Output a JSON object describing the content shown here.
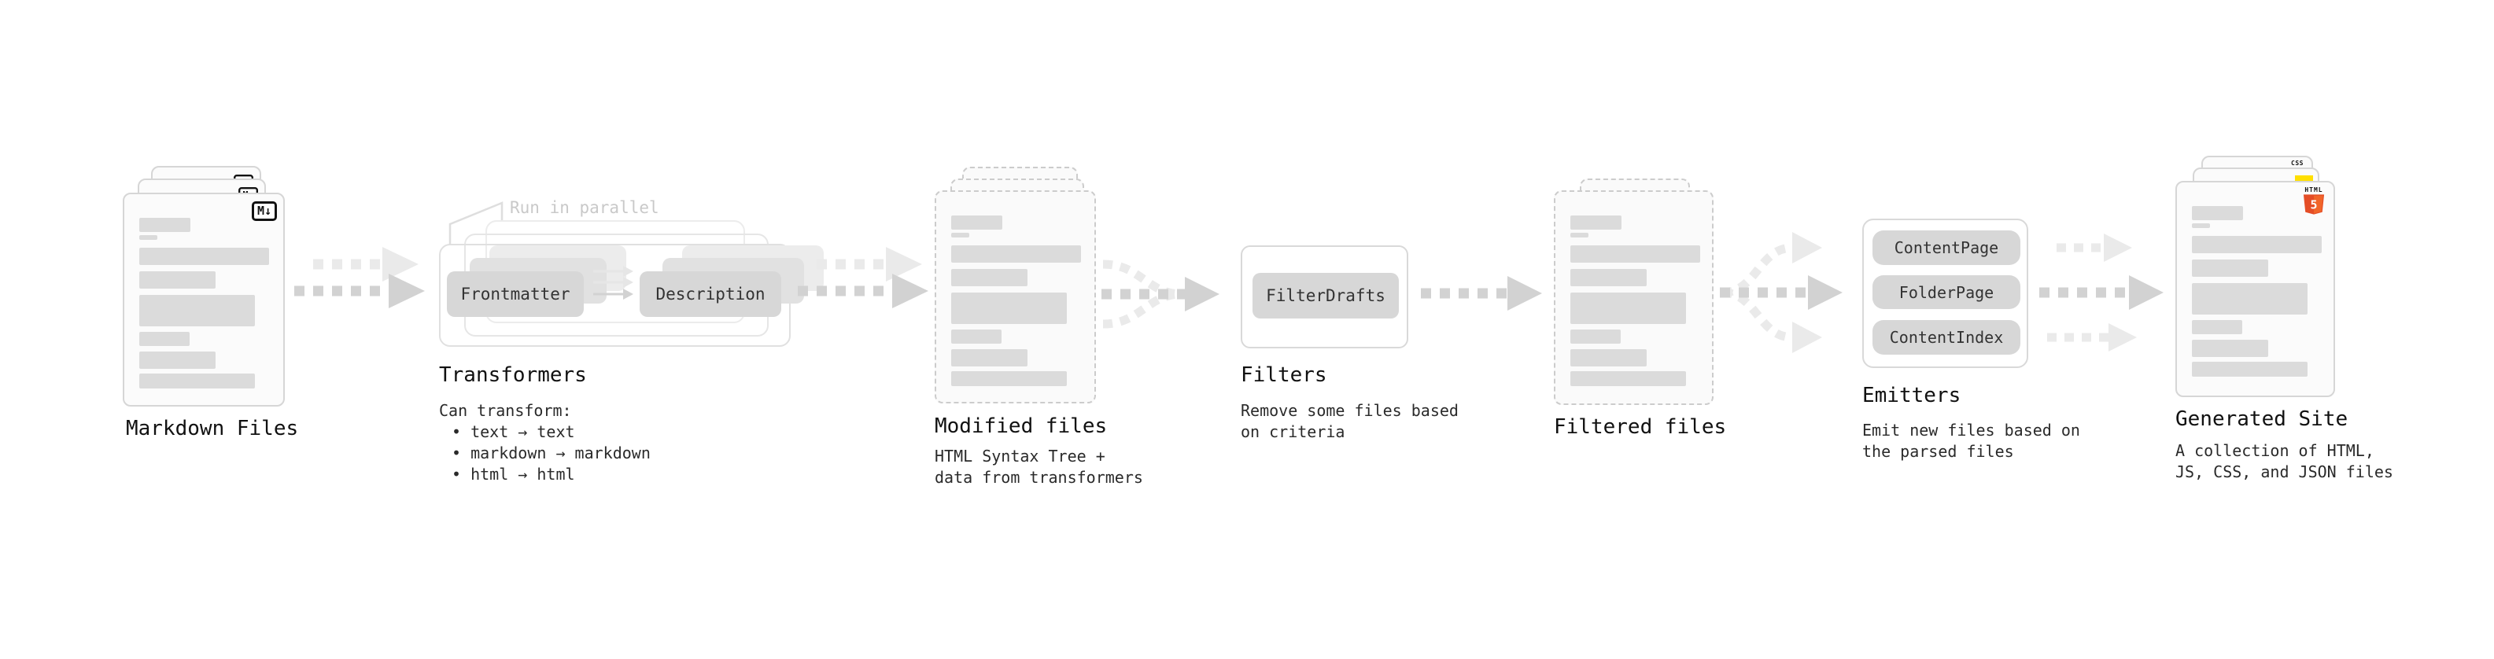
{
  "nodes": {
    "markdown_files": {
      "title": "Markdown Files",
      "badge": "M↓"
    },
    "transformers": {
      "title": "Transformers",
      "annotation": "Run in parallel",
      "box_left": "Frontmatter",
      "box_right": "Description",
      "desc_heading": "Can transform:",
      "bullets": [
        "• text → text",
        "• markdown → markdown",
        "• html → html"
      ]
    },
    "modified_files": {
      "title": "Modified files",
      "desc_line1": "HTML Syntax Tree +",
      "desc_line2": "data from transformers"
    },
    "filters": {
      "title": "Filters",
      "box": "FilterDrafts",
      "desc_line1": "Remove some files based",
      "desc_line2": "on criteria"
    },
    "filtered_files": {
      "title": "Filtered files"
    },
    "emitters": {
      "title": "Emitters",
      "boxes": [
        "ContentPage",
        "FolderPage",
        "ContentIndex"
      ],
      "desc_line1": "Emit new files based on",
      "desc_line2": "the parsed files"
    },
    "generated_site": {
      "title": "Generated Site",
      "desc_line1": "A collection of HTML,",
      "desc_line2": "JS, CSS, and JSON files",
      "css_badge": "CSS",
      "html_logo_word": "HTML",
      "html_logo_number": "5"
    }
  },
  "colors": {
    "arrow_dark": "#d2d2d2",
    "arrow_light": "#eaeaea",
    "html_orange": "#e44d26",
    "html_orange_light": "#f16529",
    "js_yellow": "#ffdf00",
    "css_blue": "#2962ff"
  }
}
